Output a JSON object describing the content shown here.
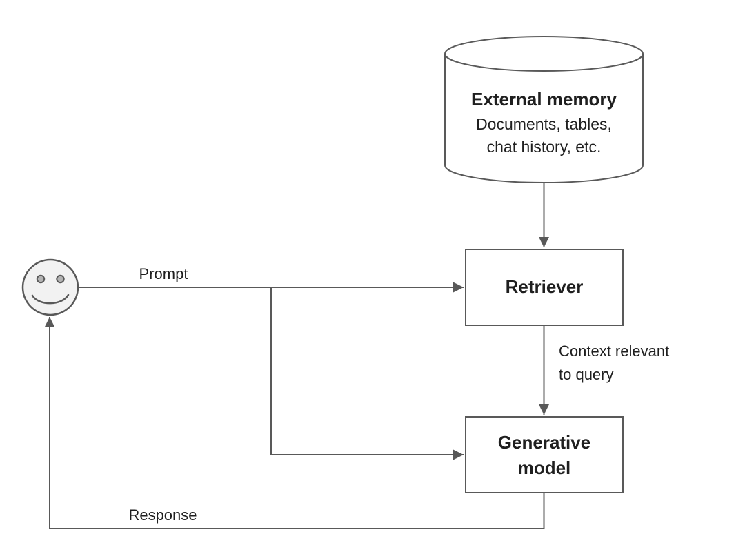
{
  "external_memory": {
    "title": "External memory",
    "subtitle_line1": "Documents, tables,",
    "subtitle_line2": "chat history, etc."
  },
  "retriever": {
    "label": "Retriever"
  },
  "generative_model": {
    "label_line1": "Generative",
    "label_line2": "model"
  },
  "edges": {
    "prompt_label": "Prompt",
    "context_label_line1": "Context relevant",
    "context_label_line2": "to query",
    "response_label": "Response"
  },
  "icons": {
    "user": "smiley-face-icon",
    "external_memory": "database-cylinder-icon"
  },
  "colors": {
    "line": "#595959",
    "text": "#1f1f1f",
    "shape_fill": "#ffffff",
    "face_fill": "#f2f2f2",
    "eye_fill": "#b3b3b3",
    "background": "#ffffff"
  }
}
